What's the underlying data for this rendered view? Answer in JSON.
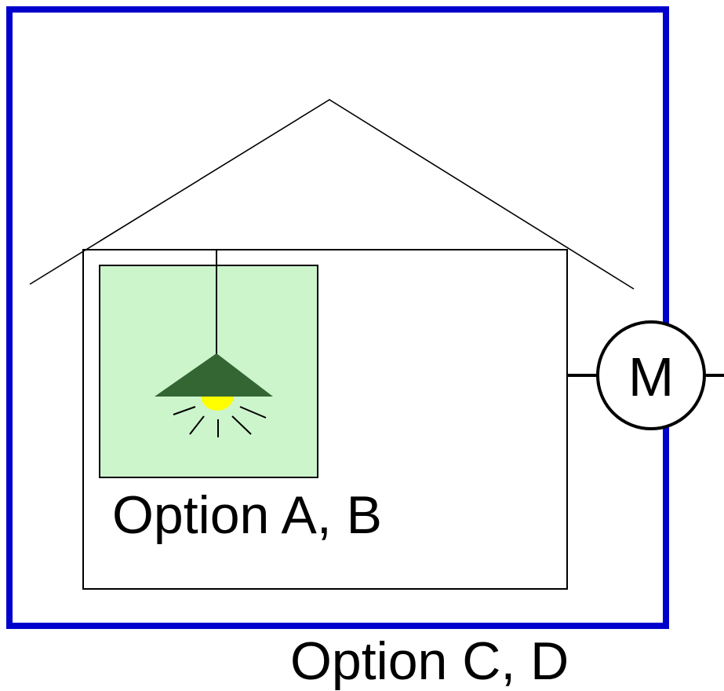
{
  "labels": {
    "inner_boundary": "Option A, B",
    "outer_boundary": "Option C, D",
    "meter": "M"
  },
  "colors": {
    "outer_boundary": "#0000cc",
    "inner_area_fill": "#ccf5cc",
    "lamp_shade": "#336633",
    "lamp_bulb": "#ffff00",
    "lines": "#000000",
    "background": "#ffffff"
  },
  "icons": {
    "lamp": "lamp-icon",
    "meter": "meter-icon"
  }
}
